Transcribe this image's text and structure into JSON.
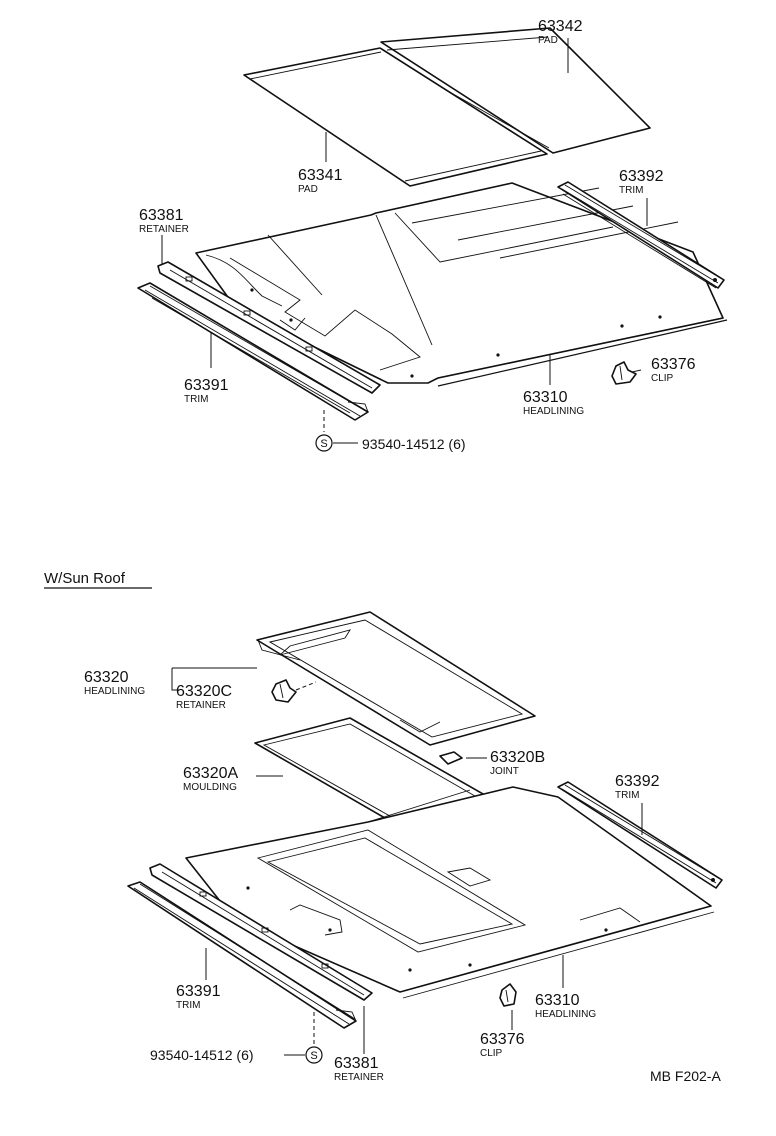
{
  "upper": {
    "pad_63342": {
      "number": "63342",
      "name": "PAD"
    },
    "pad_63341": {
      "number": "63341",
      "name": "PAD"
    },
    "retainer_63381": {
      "number": "63381",
      "name": "RETAINER"
    },
    "trim_63392": {
      "number": "63392",
      "name": "TRIM"
    },
    "trim_63391": {
      "number": "63391",
      "name": "TRIM"
    },
    "headlining_63310": {
      "number": "63310",
      "name": "HEADLINING"
    },
    "clip_63376": {
      "number": "63376",
      "name": "CLIP"
    },
    "screw": {
      "symbol": "S",
      "part": "93540-14512 (6)"
    }
  },
  "lower": {
    "section_title": "W/Sun Roof",
    "headlining_63320": {
      "number": "63320",
      "name": "HEADLINING"
    },
    "retainer_63320C": {
      "number": "63320C",
      "name": "RETAINER"
    },
    "moulding_63320A": {
      "number": "63320A",
      "name": "MOULDING"
    },
    "joint_63320B": {
      "number": "63320B",
      "name": "JOINT"
    },
    "trim_63392": {
      "number": "63392",
      "name": "TRIM"
    },
    "trim_63391": {
      "number": "63391",
      "name": "TRIM"
    },
    "headlining_63310": {
      "number": "63310",
      "name": "HEADLINING"
    },
    "clip_63376": {
      "number": "63376",
      "name": "CLIP"
    },
    "retainer_63381": {
      "number": "63381",
      "name": "RETAINER"
    },
    "screw": {
      "symbol": "S",
      "part": "93540-14512 (6)"
    }
  },
  "figure_code": "MB F202-A"
}
